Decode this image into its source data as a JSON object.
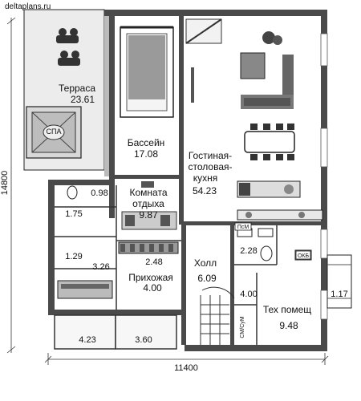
{
  "watermark": {
    "site": "deltaplans.ru"
  },
  "dimensions": {
    "width": "11400",
    "height": "14800"
  },
  "rooms": [
    {
      "id": "terrace",
      "name": "Терраса",
      "area": "23.61"
    },
    {
      "id": "spa",
      "name": "СПА",
      "area": ""
    },
    {
      "id": "pool",
      "name": "Бассейн",
      "area": "17.08"
    },
    {
      "id": "living",
      "name": "Гостиная-столовая-кухня",
      "name_lines": [
        "Гостиная-",
        "столовая-",
        "кухня"
      ],
      "area": "54.23"
    },
    {
      "id": "rest",
      "name": "Комната отдыха",
      "name_lines": [
        "Комната",
        "отдыха"
      ],
      "area": "9.87"
    },
    {
      "id": "wc",
      "name": "",
      "area": "0.98"
    },
    {
      "id": "shower",
      "name": "",
      "area": "1.75"
    },
    {
      "id": "sauna",
      "name": "",
      "area": "1.29"
    },
    {
      "id": "steam",
      "name": "",
      "area": "3.26"
    },
    {
      "id": "closet",
      "name": "",
      "area": "2.48"
    },
    {
      "id": "hallway",
      "name": "Прихожая",
      "area": "4.00"
    },
    {
      "id": "hall",
      "name": "Холл",
      "area": "6.09"
    },
    {
      "id": "bath",
      "name": "",
      "area": "2.28"
    },
    {
      "id": "stairroom",
      "name": "",
      "area": "4.00"
    },
    {
      "id": "tech",
      "name": "Тех помещ",
      "area": "9.48"
    },
    {
      "id": "porch",
      "name": "",
      "area": "1.17"
    },
    {
      "id": "veranda-left",
      "name": "",
      "area": "4.23"
    },
    {
      "id": "veranda-right",
      "name": "",
      "area": "3.60"
    }
  ],
  "fixtures": {
    "washer": "ПсМ",
    "boiler": "ОКБ",
    "dryer": "СМ/СуМ"
  }
}
